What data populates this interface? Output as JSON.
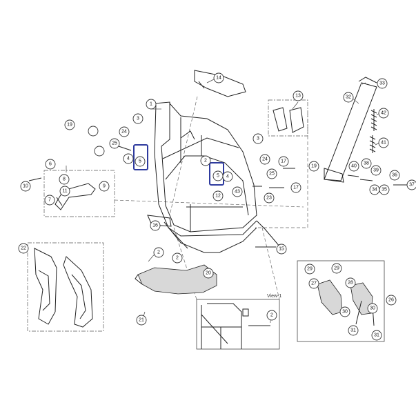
{
  "view_label": "View-1",
  "callouts": [
    "1",
    "2",
    "3",
    "4",
    "5",
    "6",
    "7",
    "8",
    "9",
    "10",
    "11",
    "12",
    "13",
    "14",
    "15",
    "16",
    "17",
    "19",
    "20",
    "21",
    "22",
    "23",
    "24",
    "25",
    "26",
    "27",
    "28",
    "29",
    "30",
    "31",
    "32",
    "33",
    "34",
    "35",
    "36",
    "37",
    "38",
    "39",
    "40",
    "41",
    "42",
    "43"
  ],
  "highlight_color": "#2e3a9e"
}
